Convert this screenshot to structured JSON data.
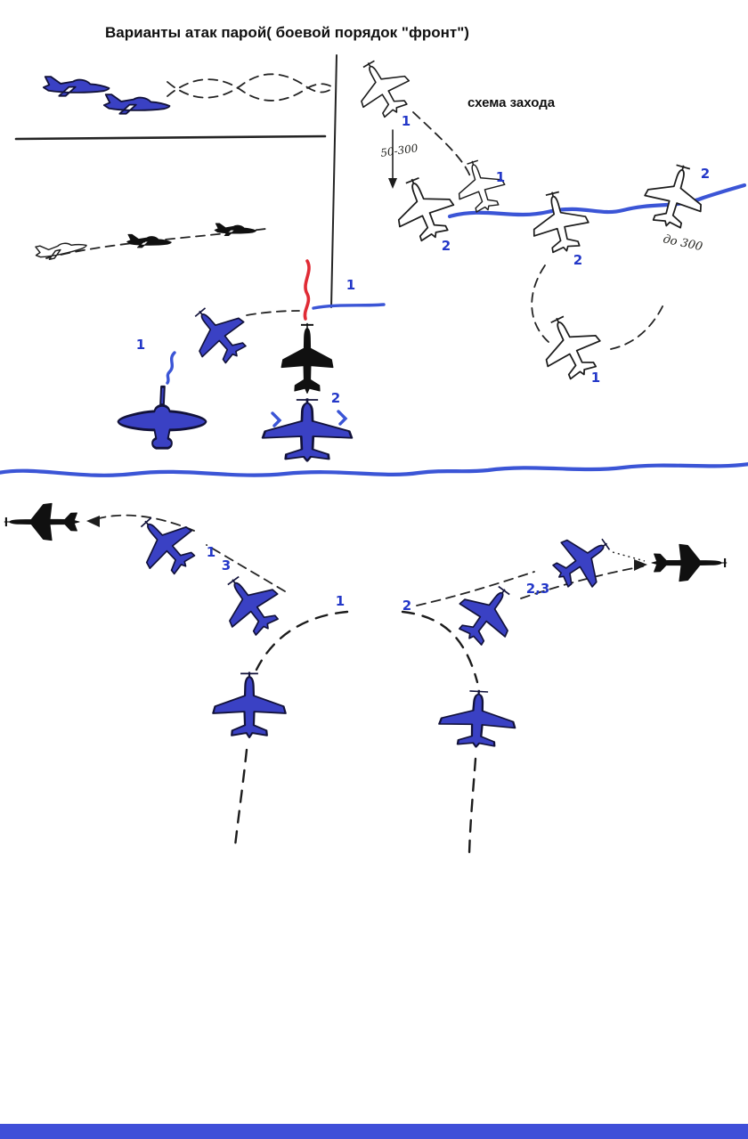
{
  "title": "Варианты атак парой( боевой порядок \"фронт\")",
  "scheme": {
    "label": "схема захода",
    "note_altitude": "50-300",
    "note_distance": "до 300",
    "markers": [
      "1",
      "2",
      "1",
      "2",
      "2",
      "1"
    ]
  },
  "center_attack": {
    "markers": [
      "1",
      "1",
      "2"
    ]
  },
  "bottom_attack": {
    "markers": [
      "1",
      "3",
      "1",
      "2",
      "2,3"
    ]
  },
  "colors": {
    "blue_plane": "#3a41c4",
    "black_plane": "#101010",
    "red_tracer": "#e02b35",
    "blue_tracer": "#3b55d6",
    "ink": "#242424",
    "bottom_bar": "#3f4fd8"
  }
}
